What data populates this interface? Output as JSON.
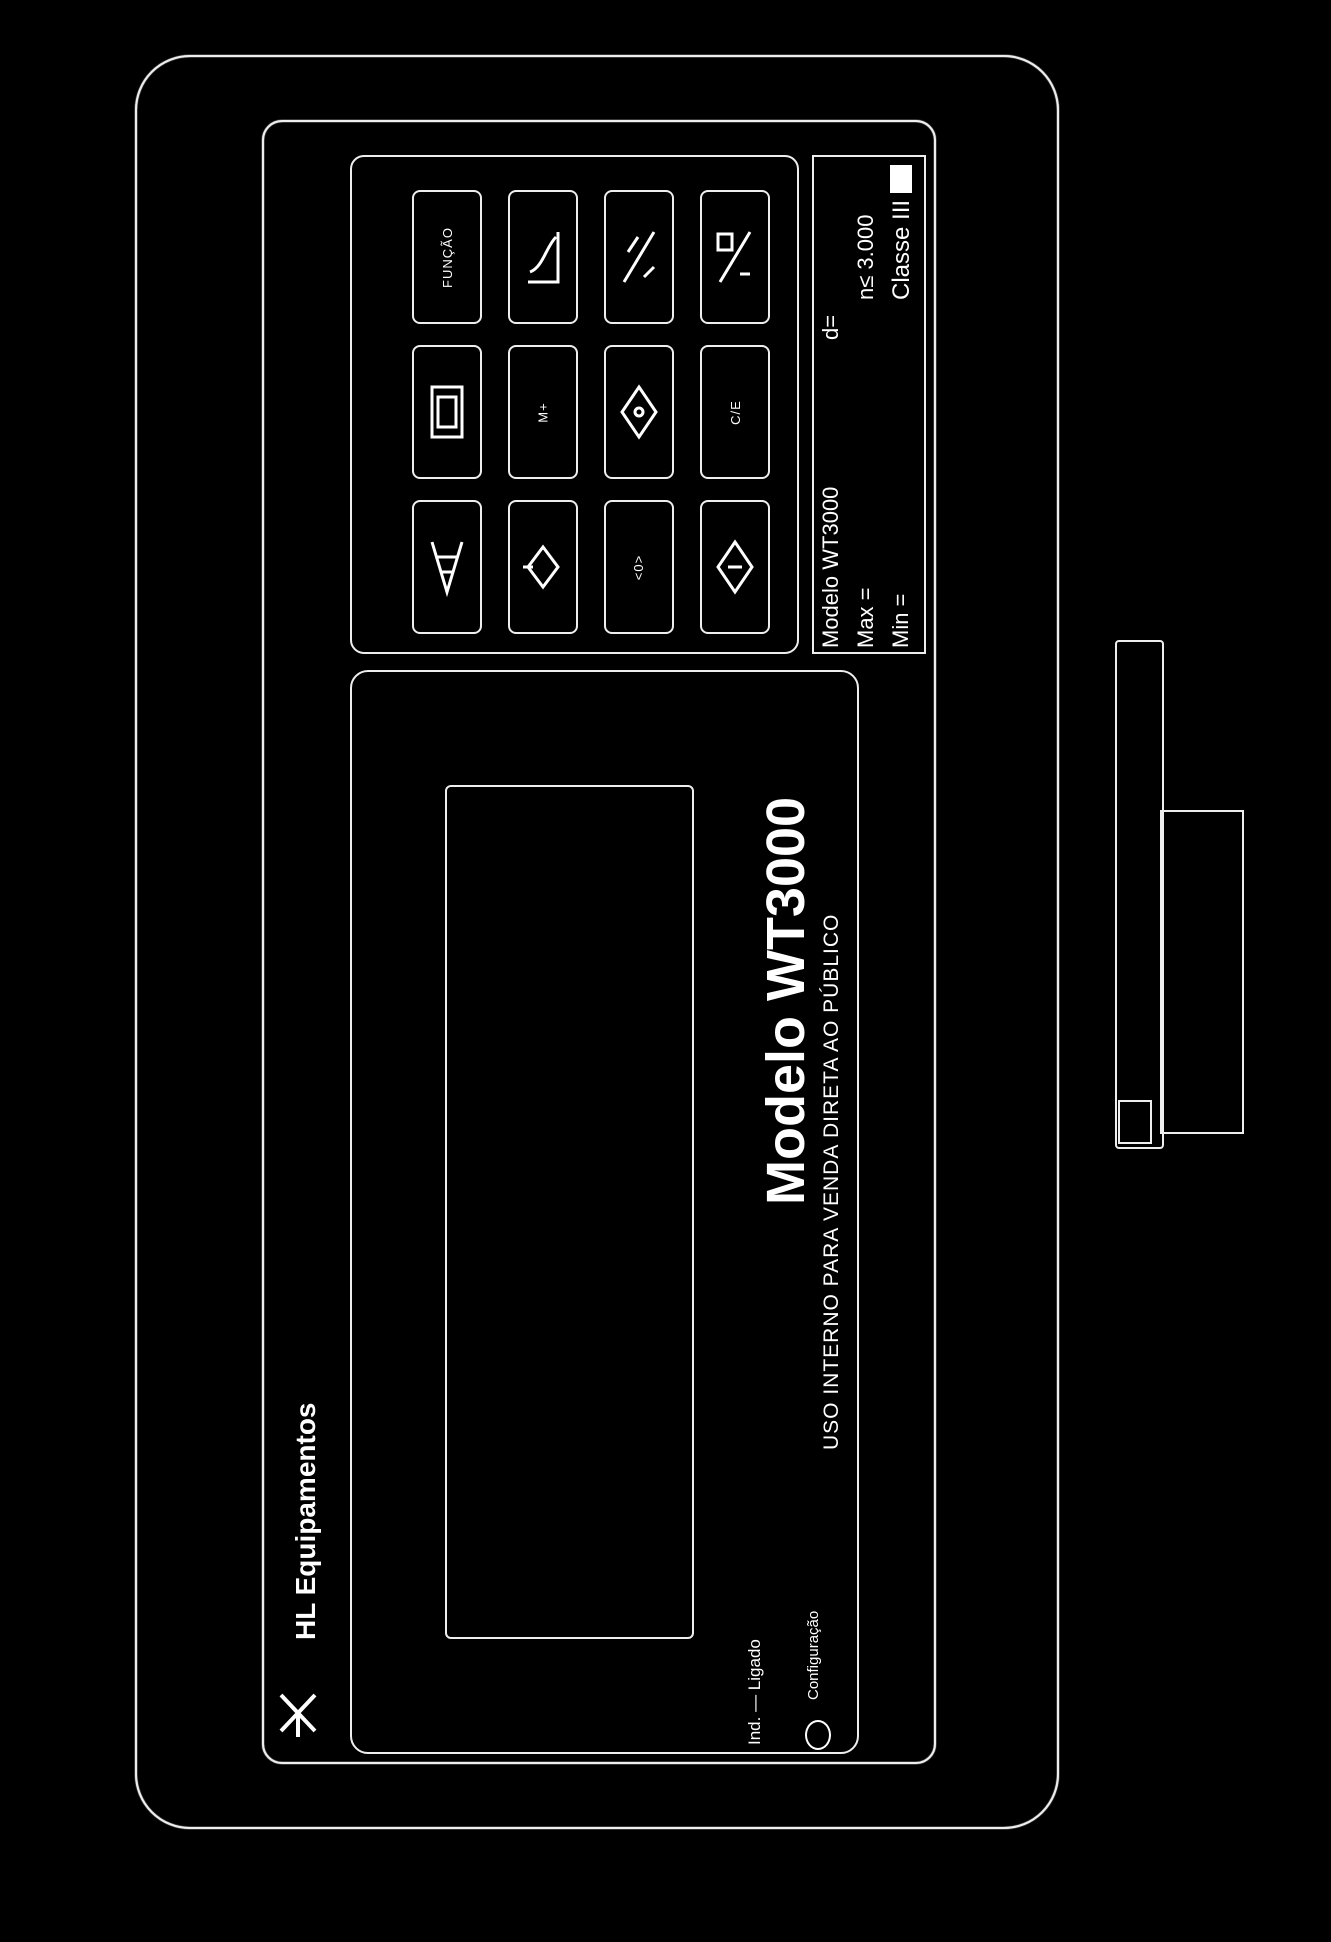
{
  "brand": {
    "name": "HL Equipamentos",
    "logo_icon": "brand-logo-icon"
  },
  "model": {
    "title": "Modelo WT3000",
    "subtitle": "USO INTERNO PARA VENDA DIRETA AO PÚBLICO"
  },
  "indicators": {
    "status_label": "Ind. — Ligado",
    "scroll_label": "Configuração"
  },
  "spec": {
    "model_line": "Modelo WT3000",
    "max_line": "Max =",
    "min_line": "Min =",
    "d_line": "d=",
    "e_line": "n≤ 3.000",
    "class_line": "Classe III"
  },
  "keys": [
    {
      "name": "tare-key",
      "icon": "stack-icon"
    },
    {
      "name": "print-key",
      "icon": "printer-icon"
    },
    {
      "name": "function-key",
      "label": "FUNÇÃO"
    },
    {
      "name": "up-key",
      "icon": "arrow-up-icon"
    },
    {
      "name": "mem-key",
      "label": "M+"
    },
    {
      "name": "chart-key",
      "icon": "curve-icon"
    },
    {
      "name": "left-key",
      "label": "<0>"
    },
    {
      "name": "nav-key",
      "icon": "diamond-arrows-icon"
    },
    {
      "name": "percent-key",
      "icon": "percent-icon"
    },
    {
      "name": "down-key",
      "icon": "diamond-down-icon"
    },
    {
      "name": "clear-key",
      "label": "C/E"
    },
    {
      "name": "zero-key",
      "icon": "slash-zero-icon"
    }
  ],
  "colors": {
    "background": "#000000",
    "stroke": "#eeeeee"
  }
}
